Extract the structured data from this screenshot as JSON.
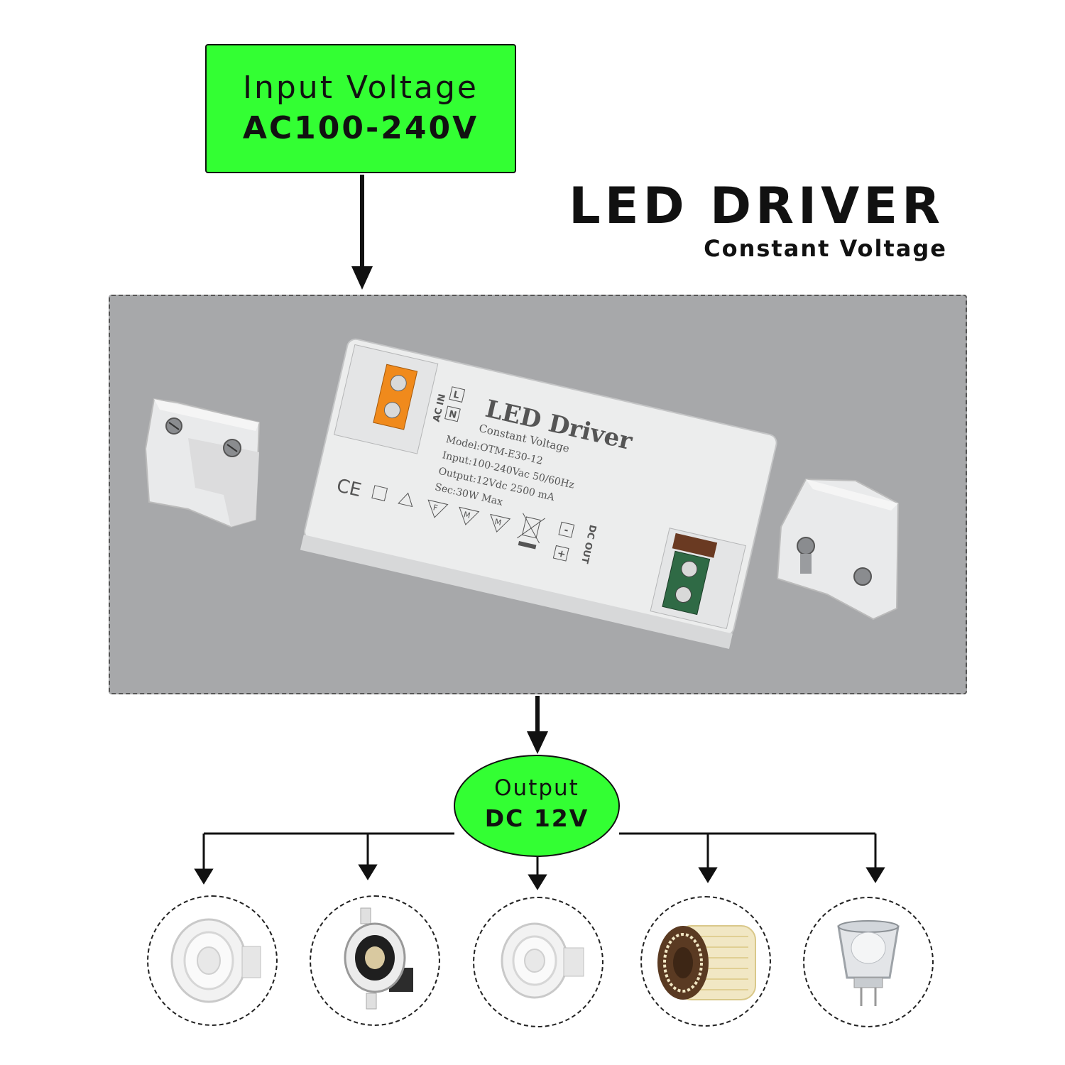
{
  "input": {
    "line1": "Input Voltage",
    "line2": "AC100-240V"
  },
  "title": {
    "main": "LED DRIVER",
    "sub": "Constant Voltage"
  },
  "device": {
    "brand_text": "LED Driver",
    "brand_sub": "Constant  Voltage",
    "model": "Model:OTM-E30-12",
    "input_spec": "Input:100-240Vac 50/60Hz",
    "output_spec": "Output:12Vdc 2500 mA",
    "sec_spec": "Sec:30W Max",
    "ac_in_label": "AC IN",
    "l_label": "L",
    "n_label": "N",
    "dc_out_label": "DC OUT",
    "minus_label": "-",
    "plus_label": "+",
    "f_mark": "F",
    "m_mark": "M",
    "ce_mark": "CE"
  },
  "output": {
    "line1": "Output",
    "line2": "DC 12V"
  },
  "loads": [
    {
      "name": "mr16-spotlight"
    },
    {
      "name": "recessed-downlight"
    },
    {
      "name": "gu10-spotlight"
    },
    {
      "name": "led-strip-reel"
    },
    {
      "name": "mr11-glass-bulb"
    }
  ],
  "colors": {
    "accent_green": "#33ff33",
    "panel_gray": "#a7a8aa",
    "outline": "#111111"
  }
}
